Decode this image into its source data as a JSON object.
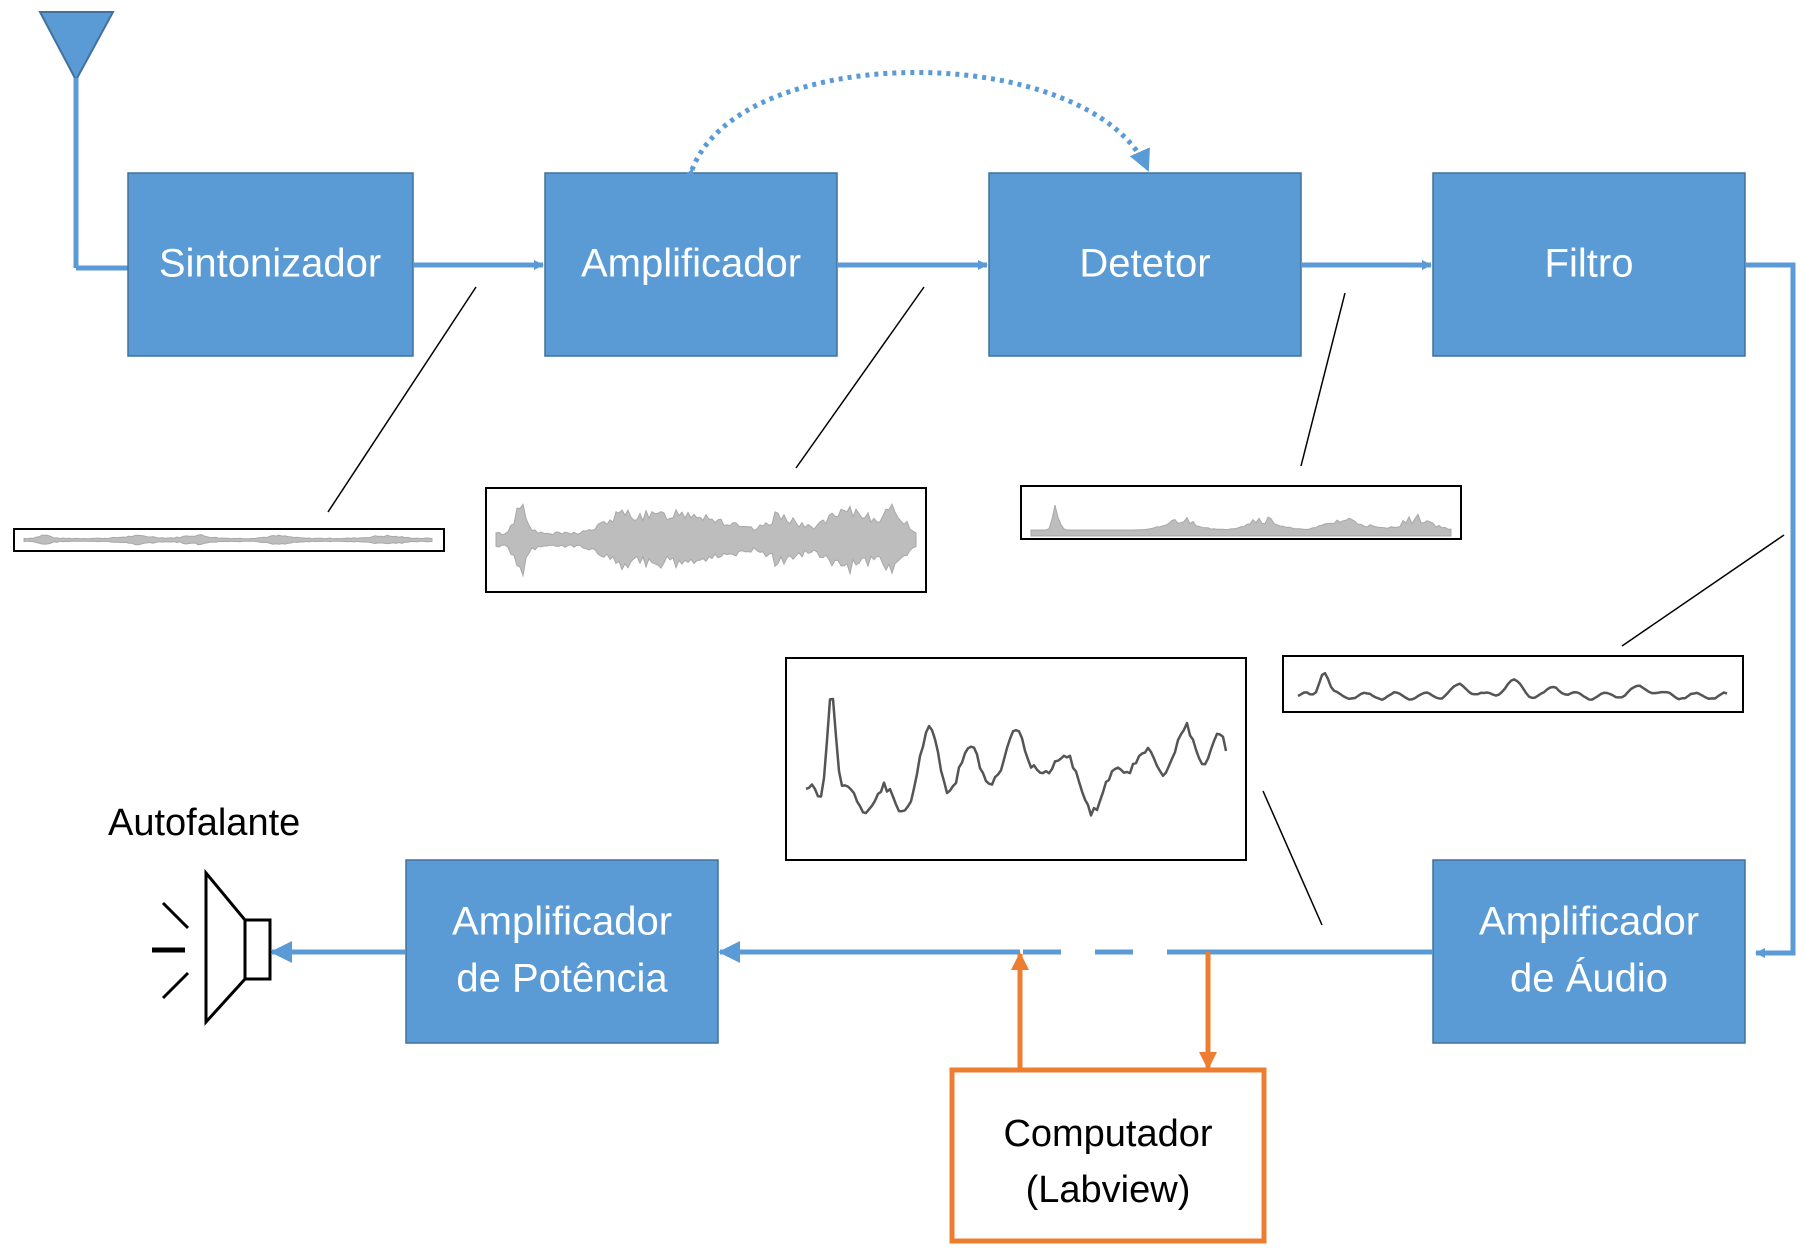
{
  "blocks": {
    "sintonizador": "Sintonizador",
    "amplificador": "Amplificador",
    "detetor": "Detetor",
    "filtro": "Filtro",
    "amp_audio_1": "Amplificador",
    "amp_audio_2": "de Áudio",
    "amp_potencia_1": "Amplificador",
    "amp_potencia_2": "de Potência"
  },
  "speaker_label": "Autofalante",
  "computer": {
    "line1": "Computador",
    "line2": "(Labview)"
  },
  "colors": {
    "block": "#5b9bd5",
    "wire": "#5b9bd5",
    "computer": "#ed7d31"
  },
  "icons": [
    "antenna-icon",
    "speaker-icon"
  ]
}
